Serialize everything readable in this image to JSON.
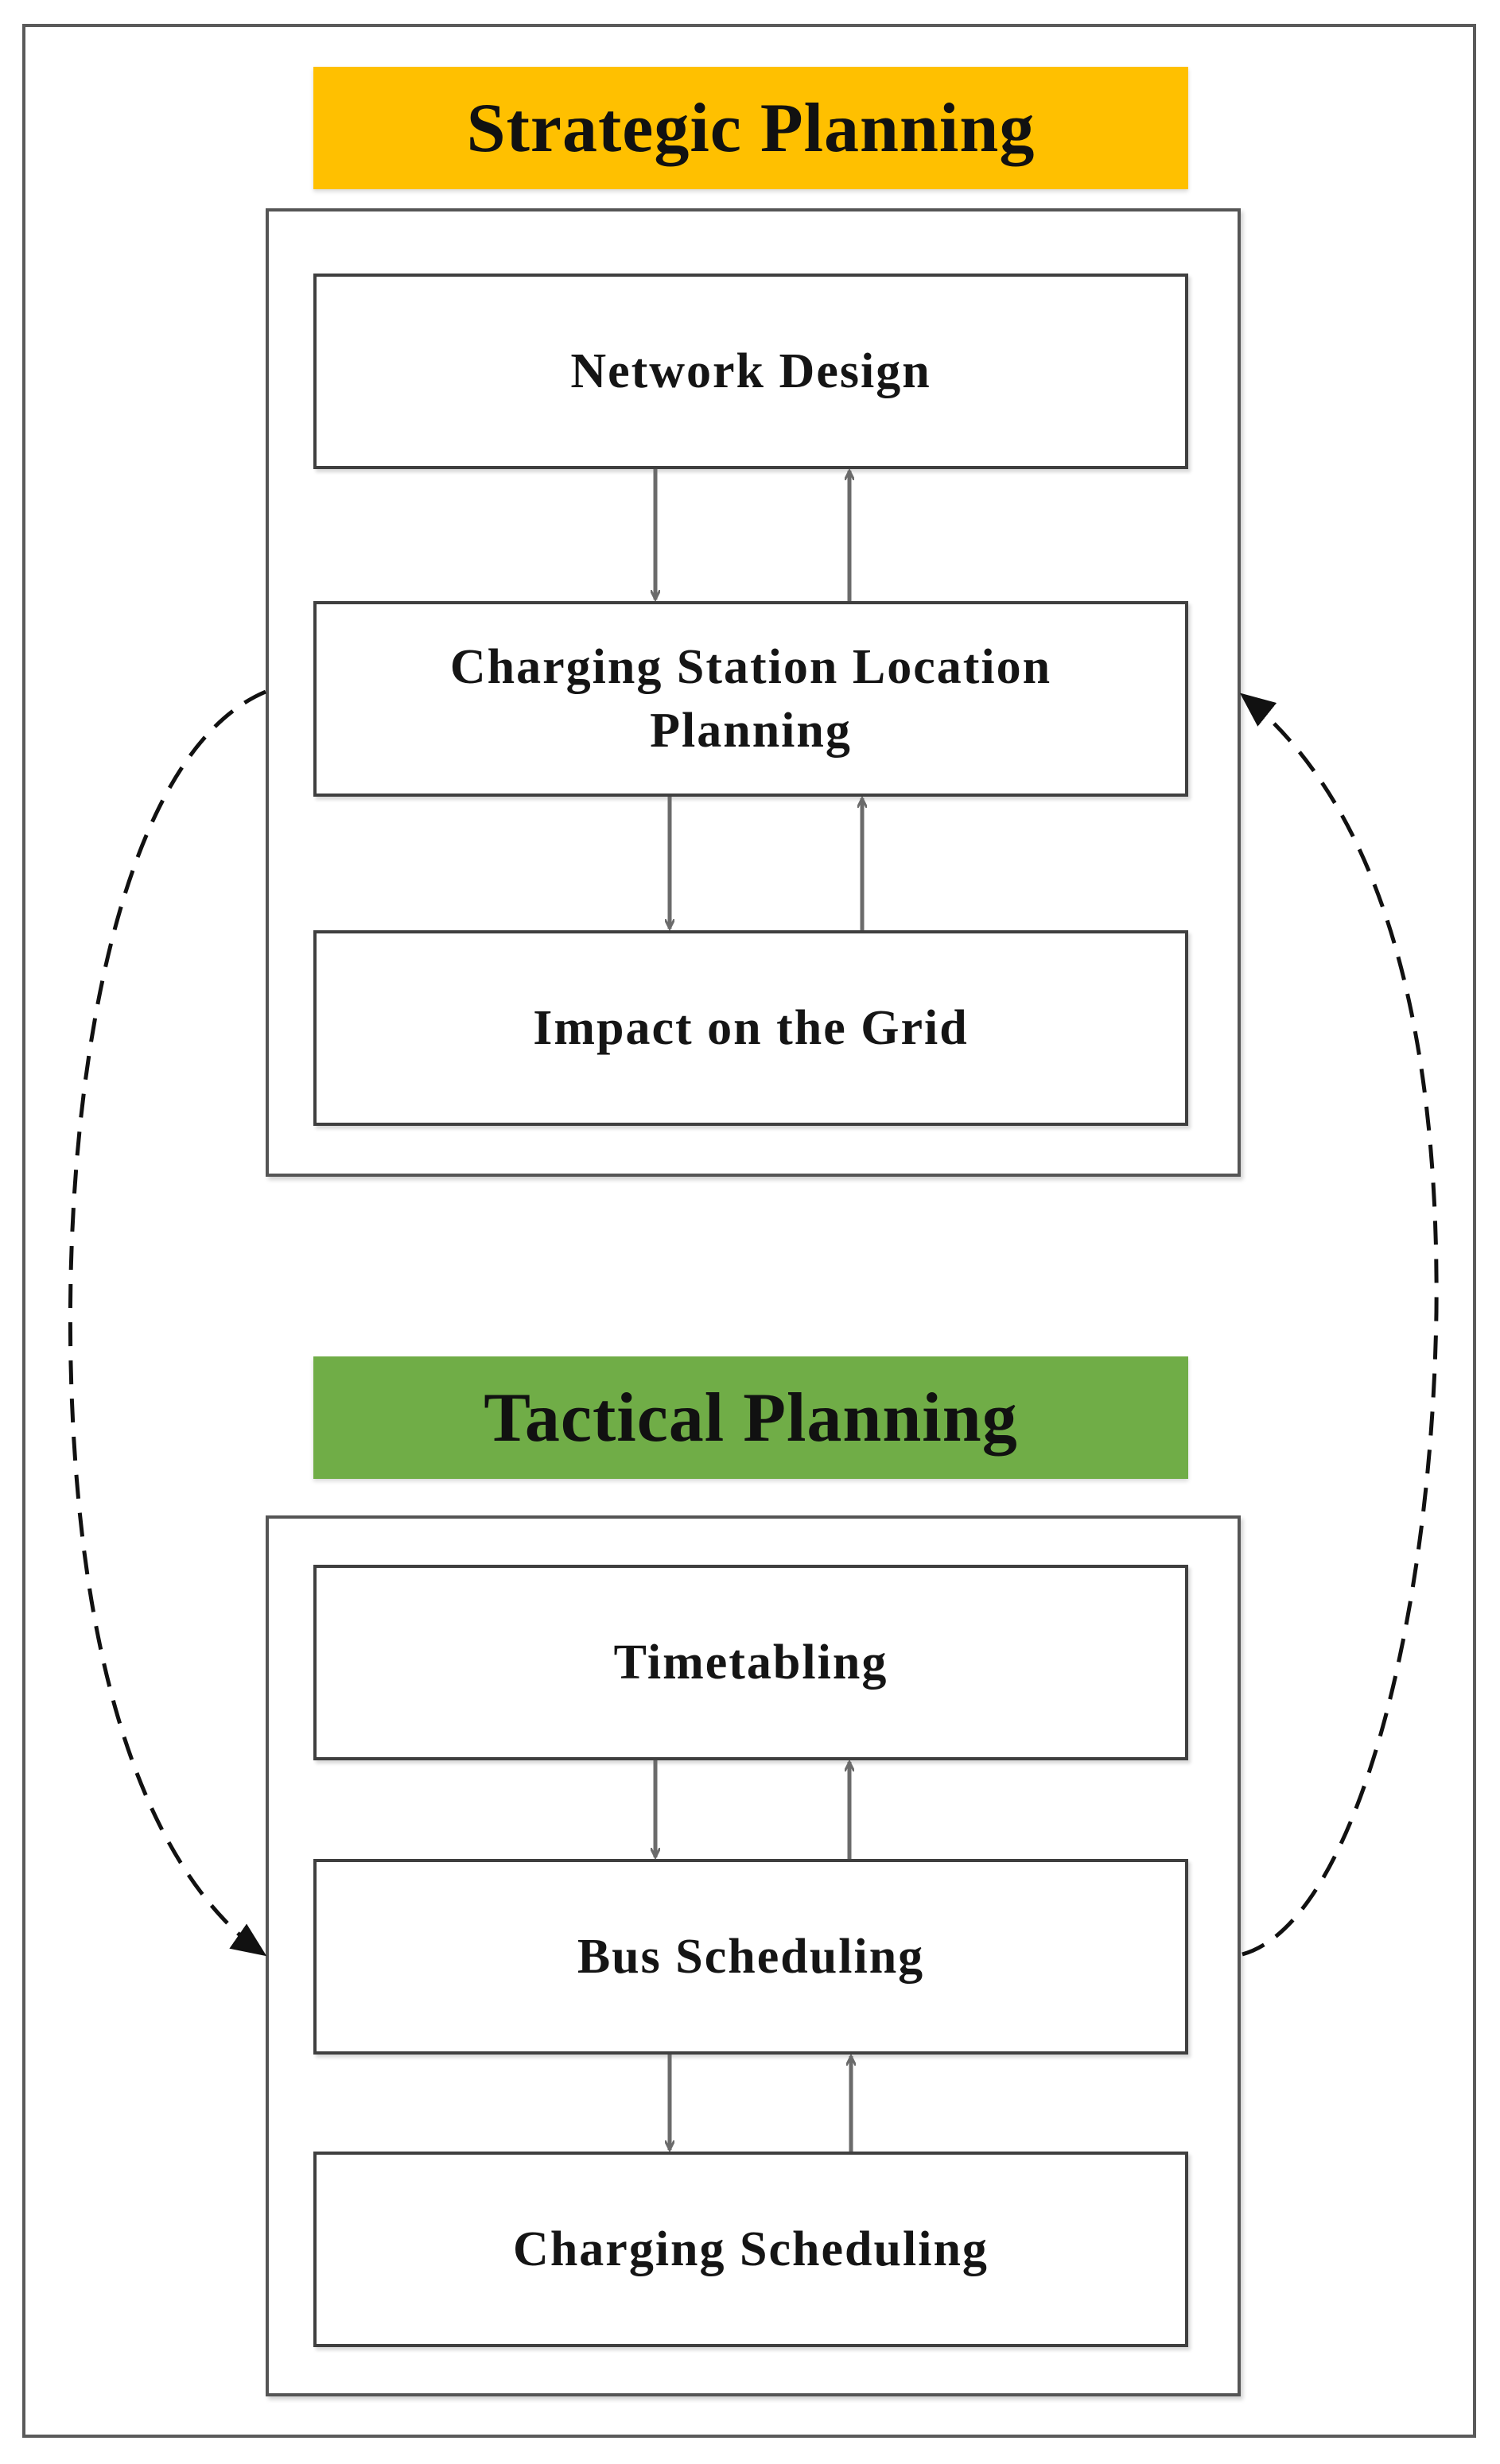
{
  "strategic": {
    "title": "Strategic Planning",
    "color": "#FFC000",
    "steps": [
      "Network Design",
      "Charging Station Location Planning",
      "Impact on the Grid"
    ]
  },
  "tactical": {
    "title": "Tactical Planning",
    "color": "#70AD47",
    "steps": [
      "Timetabling",
      "Bus Scheduling",
      "Charging Scheduling"
    ]
  },
  "colors": {
    "arrow": "#6b6b6b",
    "dashed_arrow": "#111111"
  }
}
